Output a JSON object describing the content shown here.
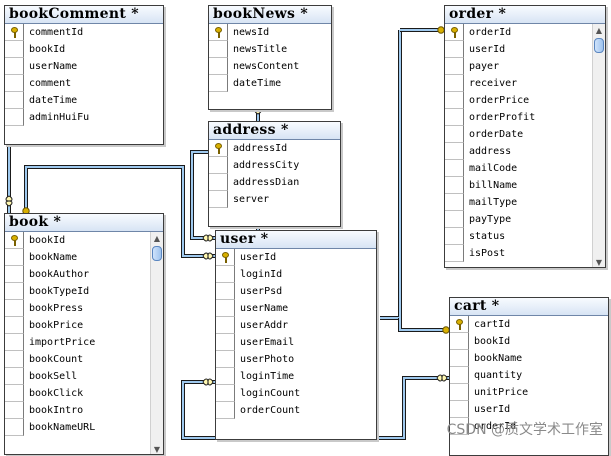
{
  "watermark": "CSDN @质文学术工作室",
  "tables": [
    {
      "id": "bookComment",
      "title": "bookComment *",
      "fields": [
        "commentId",
        "bookId",
        "userName",
        "comment",
        "dateTime",
        "adminHuiFu"
      ],
      "key_index": 0,
      "scrollbar": false
    },
    {
      "id": "bookNews",
      "title": "bookNews *",
      "fields": [
        "newsId",
        "newsTitle",
        "newsContent",
        "dateTime"
      ],
      "key_index": 0,
      "scrollbar": false
    },
    {
      "id": "order",
      "title": "order *",
      "fields": [
        "orderId",
        "userId",
        "payer",
        "receiver",
        "orderPrice",
        "orderProfit",
        "orderDate",
        "address",
        "mailCode",
        "billName",
        "mailType",
        "payType",
        "status",
        "isPost"
      ],
      "key_index": 0,
      "scrollbar": true
    },
    {
      "id": "address",
      "title": "address *",
      "fields": [
        "addressId",
        "addressCity",
        "addressDian",
        "server"
      ],
      "key_index": 0,
      "scrollbar": false
    },
    {
      "id": "book",
      "title": "book *",
      "fields": [
        "bookId",
        "bookName",
        "bookAuthor",
        "bookTypeId",
        "bookPress",
        "bookPrice",
        "importPrice",
        "bookCount",
        "bookSell",
        "bookClick",
        "bookIntro",
        "bookNameURL"
      ],
      "key_index": 0,
      "scrollbar": true
    },
    {
      "id": "user",
      "title": "user *",
      "fields": [
        "userId",
        "loginId",
        "userPsd",
        "userName",
        "userAddr",
        "userEmail",
        "userPhoto",
        "loginTime",
        "loginCount",
        "orderCount"
      ],
      "key_index": 0,
      "scrollbar": false
    },
    {
      "id": "cart",
      "title": "cart *",
      "fields": [
        "cartId",
        "bookId",
        "bookName",
        "quantity",
        "unitPrice",
        "userId",
        "orderId"
      ],
      "key_index": 0,
      "scrollbar": false
    }
  ],
  "colors": {
    "connector": "#1a1a1a",
    "connector_fill": "#9fc9ee",
    "key": "#d9b000"
  }
}
